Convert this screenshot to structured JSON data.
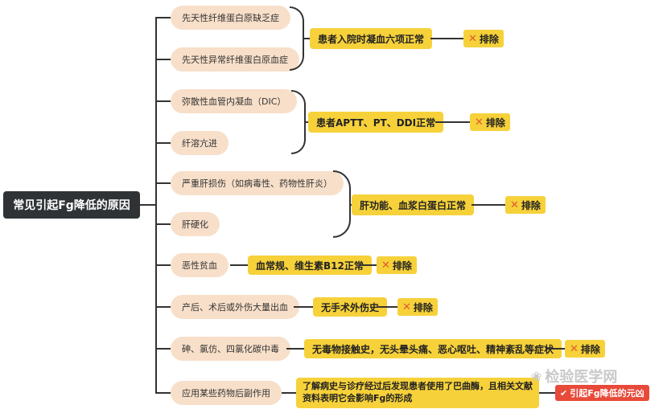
{
  "root": "常见引起Fg降低的原因",
  "exclude_label": "排除",
  "groups": [
    {
      "causes": [
        "先天性纤维蛋白原缺乏症",
        "先天性异常纤维蛋白原血症"
      ],
      "finding": "患者入院时凝血六项正常"
    },
    {
      "causes": [
        "弥散性血管内凝血（DIC）",
        "纤溶亢进"
      ],
      "finding": "患者APTT、PT、DDI正常"
    },
    {
      "causes": [
        "严重肝损伤（如病毒性、药物性肝炎）",
        "肝硬化"
      ],
      "finding": "肝功能、血浆白蛋白正常"
    },
    {
      "causes": [
        "恶性贫血"
      ],
      "finding": "血常规、维生素B12正常"
    },
    {
      "causes": [
        "产后、术后或外伤大量出血"
      ],
      "finding": "无手术外伤史"
    },
    {
      "causes": [
        "砷、氯仿、四氯化碳中毒"
      ],
      "finding": "无毒物接触史，无头晕头痛、恶心呕吐、精神紊乱等症状"
    }
  ],
  "last": {
    "cause": "应用某些药物后副作用",
    "note": "了解病史与诊疗经过后发现患者使用了巴曲酶，且相关文献资料表明它会影响Fg的形成",
    "conclusion": "引起Fg降低的元凶"
  },
  "watermark": "检验医学网",
  "colors": {
    "cause_bg": "#f8dfc9",
    "finding_bg": "#f6d13a",
    "root_bg": "#2f3336",
    "conclusion_bg": "#e84a3a",
    "exclude_mark": "#e35b2e"
  }
}
